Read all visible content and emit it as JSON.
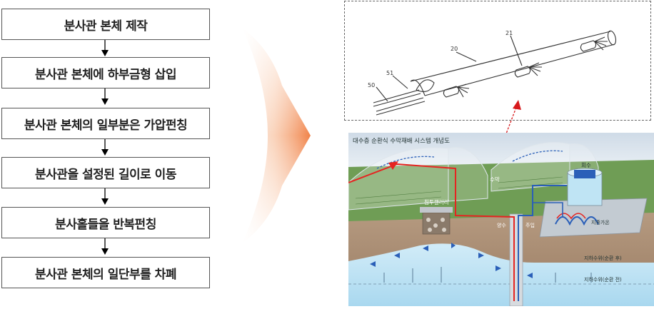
{
  "flow": {
    "steps": [
      "분사관 본체 제작",
      "분사관 본체에 하부금형 삽입",
      "분사관 본체의 일부분은 가압펀칭",
      "분사관을 설정된 길이로 이동",
      "분사홀들을 반복펀칭",
      "분사관 본체의 일단부를 차폐"
    ]
  },
  "drawing": {
    "labels": {
      "l20": "20",
      "l21": "21",
      "l50": "50",
      "l51": "51"
    }
  },
  "system": {
    "title": "대수층 순환식 수막재배 시스템 개념도",
    "labels": {
      "gallery": "침투갤러리",
      "water_curtain": "수막",
      "pumping": "양수",
      "injection": "주입",
      "recovery": "회수",
      "heat_exchange": "지중가온",
      "gw_after": "지하수위(순환 후)",
      "gw_before": "지하수위(순환 전)"
    }
  },
  "colors": {
    "hot_pipe": "#e52421",
    "cold_pipe": "#2a5fb8",
    "soil": "#a88c72",
    "water": "#bfe4f4",
    "sky": "#dfe8f1",
    "field": "#6b9a52",
    "arrow_orange": "#f29a62"
  }
}
